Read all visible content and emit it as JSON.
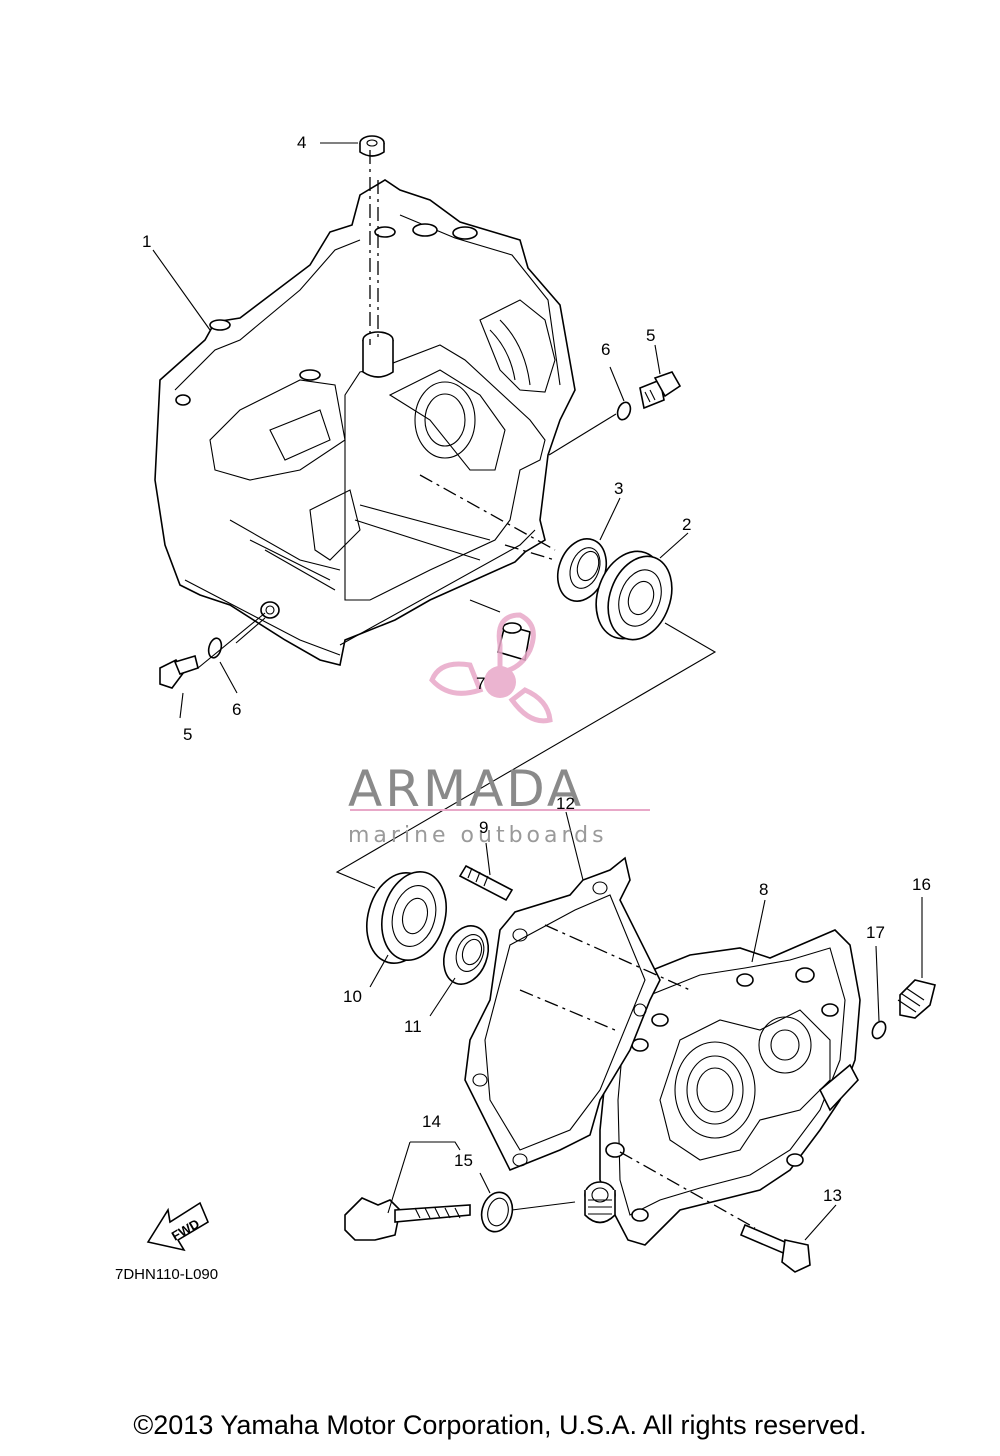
{
  "diagram": {
    "part_numbers": [
      "1",
      "2",
      "3",
      "4",
      "5",
      "5",
      "6",
      "6",
      "7",
      "8",
      "9",
      "10",
      "11",
      "12",
      "13",
      "14",
      "15",
      "16",
      "17"
    ],
    "drawing_code": "7DHN110-L090",
    "fwd_label": "FWD"
  },
  "watermark": {
    "brand": "ARMADA",
    "tagline": "marine outboards",
    "colors": {
      "logo": "#e8a8c8",
      "text": "#8a8a8a"
    }
  },
  "footer": {
    "copyright": "©2013 Yamaha Motor Corporation, U.S.A. All rights reserved."
  }
}
